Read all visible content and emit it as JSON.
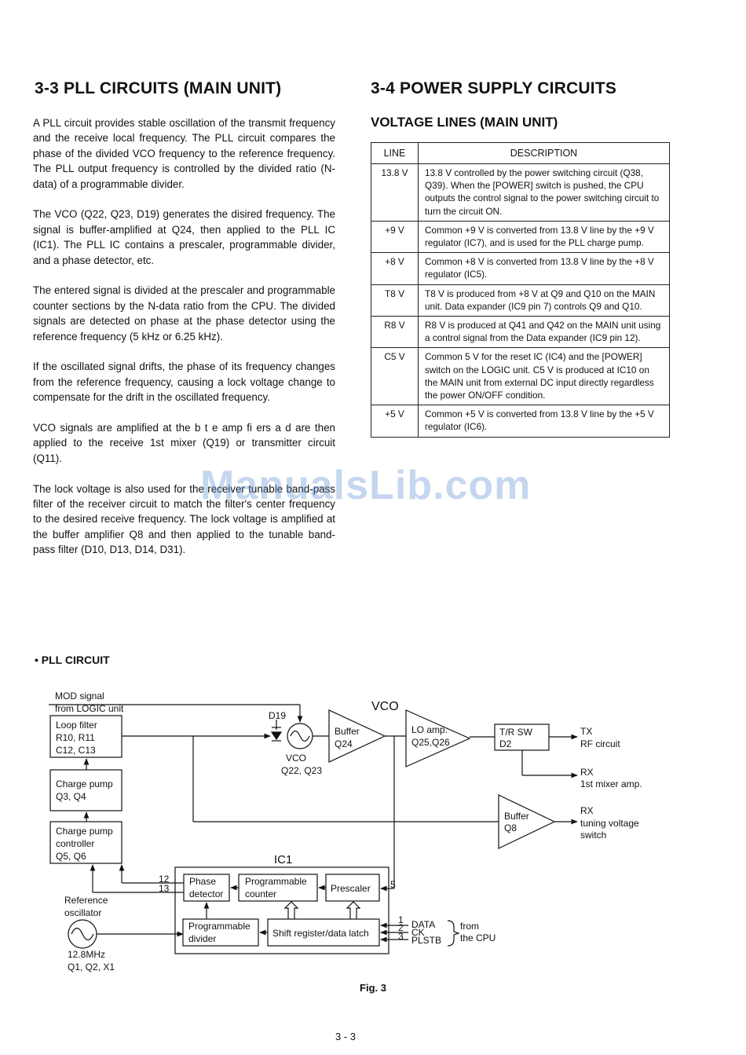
{
  "left": {
    "heading": "3-3 PLL CIRCUITS (MAIN UNIT)",
    "paragraphs": [
      "A PLL circuit provides stable oscillation of the transmit frequency and the receive local frequency. The PLL circuit compares the phase of the divided VCO frequency to the reference frequency. The PLL output frequency is controlled by the divided ratio (N-data) of a programmable divider.",
      "The VCO (Q22, Q23, D19) generates the disired frequency. The signal is buffer-amplified at Q24, then applied to the PLL IC (IC1). The PLL IC contains a prescaler, programmable divider, and a phase detector, etc.",
      "The entered signal is divided at the prescaler and programmable counter sections by the N-data ratio from the CPU. The divided signals are detected on phase at the phase detector using the reference frequency (5 kHz or 6.25 kHz).",
      "If the oscillated signal drifts, the phase of its frequency changes from the reference frequency, causing a lock voltage change to compensate for the drift in the oscillated frequency.",
      "VCO signals are amplified at the b t e amp fi ers a d are then applied to the receive 1st mixer (Q19) or transmitter circuit (Q11).",
      "The lock voltage is also used for the receiver tunable band-pass filter of the receiver circuit to match the filter's center frequency to the desired receive frequency. The lock voltage is amplified at the buffer amplifier Q8 and then applied to the tunable band-pass filter (D10, D13, D14, D31)."
    ]
  },
  "right": {
    "heading": "3-4 POWER SUPPLY CIRCUITS",
    "subheading": "VOLTAGE LINES (MAIN UNIT)",
    "table": {
      "headers": [
        "LINE",
        "DESCRIPTION"
      ],
      "rows": [
        {
          "line": "13.8 V",
          "desc": "13.8 V controlled by the power switching circuit (Q38, Q39). When the [POWER] switch is pushed, the CPU outputs the control signal to the power switching circuit to turn the circuit ON."
        },
        {
          "line": "+9 V",
          "desc": "Common +9 V is converted from 13.8 V line by the +9 V regulator (IC7), and is used for the PLL charge pump."
        },
        {
          "line": "+8 V",
          "desc": "Common +8 V is converted from 13.8 V line by the +8 V regulator (IC5)."
        },
        {
          "line": "T8 V",
          "desc": "T8 V is produced from +8 V at Q9 and Q10 on the MAIN unit. Data expander (IC9 pin 7) controls Q9 and Q10."
        },
        {
          "line": "R8 V",
          "desc": "R8 V is produced at Q41 and Q42 on the MAIN unit using a control signal from the Data expander (IC9 pin 12)."
        },
        {
          "line": "C5 V",
          "desc": "Common 5 V for the reset IC (IC4) and the [POWER] switch on the LOGIC unit. C5 V is produced at IC10 on the MAIN unit from external DC input directly regardless the power ON/OFF condition."
        },
        {
          "line": "+5 V",
          "desc": "Common +5 V is converted from 13.8 V line by the +5 V regulator (IC6)."
        }
      ]
    }
  },
  "diagram": {
    "section_title": "• PLL CIRCUIT",
    "mod_signal": [
      "MOD signal",
      "from LOGIC unit"
    ],
    "loop_filter": [
      "Loop filter",
      "R10, R11",
      "C12, C13"
    ],
    "charge_pump": [
      "Charge pump",
      "Q3, Q4"
    ],
    "cp_controller": [
      "Charge pump",
      "controller",
      "Q5, Q6"
    ],
    "reference": [
      "Reference",
      "oscillator"
    ],
    "ref_osc": [
      "12.8MHz",
      "Q1, Q2, X1"
    ],
    "d19": "D19",
    "vco_ic": [
      "VCO",
      "Q22, Q23"
    ],
    "vco_big": "VCO",
    "buffer_q24": [
      "Buffer",
      "Q24"
    ],
    "lo_amp": [
      "LO amp.",
      "Q25,Q26"
    ],
    "tr_sw": [
      "T/R SW",
      "D2"
    ],
    "tx": [
      "TX",
      "RF circuit"
    ],
    "rx1": [
      "RX",
      "1st mixer amp."
    ],
    "buffer_q8": [
      "Buffer",
      "Q8"
    ],
    "rx2": [
      "RX",
      "tuning voltage",
      "switch"
    ],
    "ic1": "IC1",
    "phase_det": [
      "Phase",
      "detector"
    ],
    "prog_counter": [
      "Programmable",
      "counter"
    ],
    "prescaler": "Prescaler",
    "prog_divider": [
      "Programmable",
      "divider"
    ],
    "shift_reg": "Shift register/data latch",
    "pins": {
      "p12": "12",
      "p13": "13",
      "p5": "5",
      "p1": "1",
      "p2": "2",
      "p3": "3"
    },
    "cpu_lines": [
      "DATA",
      "CK",
      "PLSTB"
    ],
    "from_cpu": [
      "from",
      "the CPU"
    ]
  },
  "figure_caption": "Fig. 3",
  "page_number": "3 - 3",
  "watermark": "ManualsLib.com"
}
